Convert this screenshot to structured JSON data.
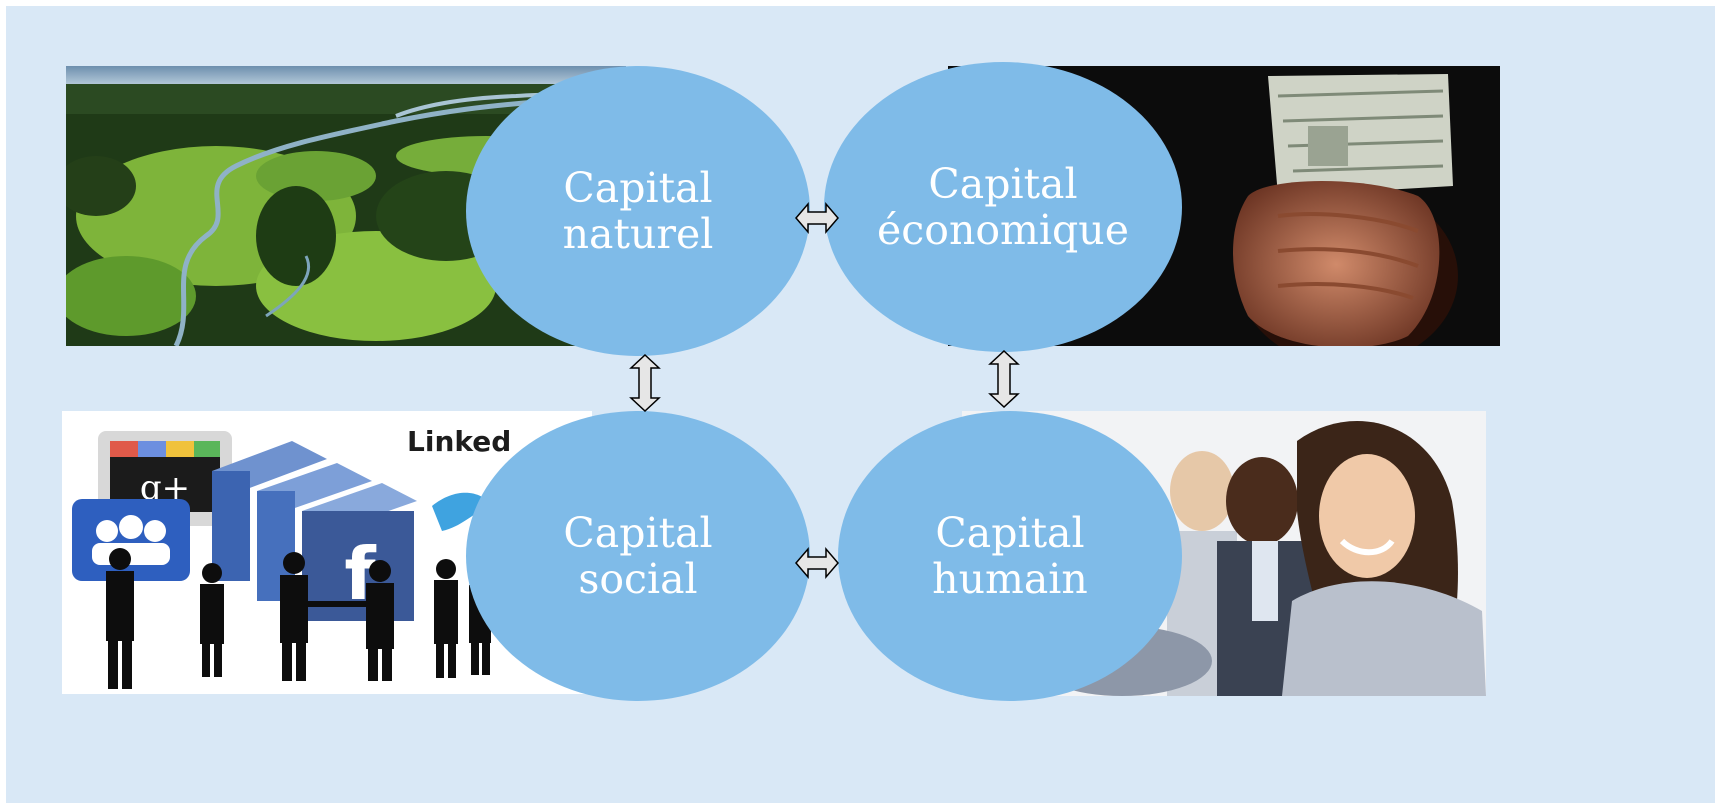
{
  "diagram": {
    "background_color": "#d9e8f6",
    "node_color": "#7fbbe8",
    "arrow_fill": "#e6e6e6",
    "nodes": {
      "naturel": "Capital\nnaturel",
      "economique": "Capital\néconomique",
      "social": "Capital\nsocial",
      "humain": "Capital\nhumain"
    },
    "photos": {
      "nature": "landscape-photo",
      "money": "cash-in-hand-photo",
      "social": "social-network-collage",
      "people": "business-people-photo"
    },
    "social_collage_text": {
      "linkedin": "Linked",
      "gplus": "g+",
      "facebook": "f"
    },
    "arrows": [
      "double-arrow-horizontal",
      "double-arrow-horizontal",
      "double-arrow-vertical",
      "double-arrow-vertical"
    ]
  }
}
